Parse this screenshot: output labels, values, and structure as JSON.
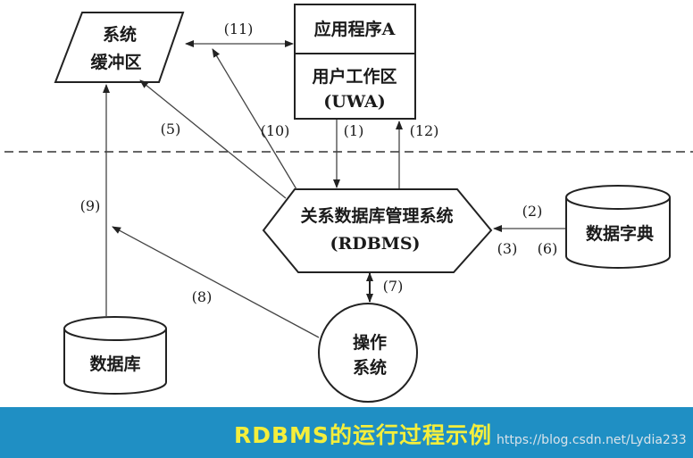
{
  "diagram": {
    "nodes": {
      "system_buffer": {
        "line1": "系统",
        "line2": "缓冲区"
      },
      "application": {
        "title": "应用程序A",
        "workspace": "用户工作区",
        "workspace_abbr": "(UWA)"
      },
      "rdbms": {
        "line1": "关系数据库管理系统",
        "line2": "(RDBMS)"
      },
      "data_dictionary": {
        "label": "数据字典"
      },
      "database": {
        "label": "数据库"
      },
      "operating_system": {
        "line1": "操作",
        "line2": "系统"
      }
    },
    "step_labels": {
      "s1": "(1)",
      "s2": "(2)",
      "s3": "(3)",
      "s5": "(5)",
      "s6": "(6)",
      "s7": "(7)",
      "s8": "(8)",
      "s9": "(9)",
      "s10": "(10)",
      "s11": "(11)",
      "s12": "(12)"
    }
  },
  "banner": {
    "title": "RDBMS的运行过程示例",
    "watermark": "https://blog.csdn.net/Lydia233"
  },
  "colors": {
    "banner_background": "#1f8fc4",
    "banner_text": "#f4ee3c"
  }
}
